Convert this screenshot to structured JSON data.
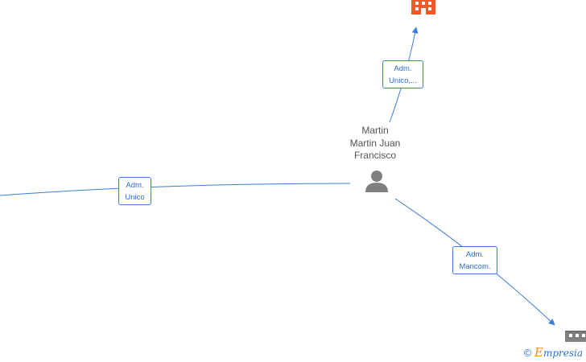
{
  "colors": {
    "edge": "#3b7dd8",
    "label_text": "#2a6fd0",
    "company_active": "#f05a28",
    "company_inactive": "#808080",
    "person": "#808080",
    "text": "#555555"
  },
  "person": {
    "name_lines": [
      "Martin",
      "Martin Juan",
      "Francisco"
    ],
    "icon": "person-icon"
  },
  "companies": [
    {
      "id": "company-top",
      "icon": "building-icon",
      "status": "active"
    },
    {
      "id": "company-bottom-right",
      "icon": "building-icon",
      "status": "inactive"
    }
  ],
  "edges": [
    {
      "id": "edge-top",
      "label_lines": [
        "Adm.",
        "Unico,..."
      ]
    },
    {
      "id": "edge-left",
      "label_lines": [
        "Adm.",
        "Unico"
      ]
    },
    {
      "id": "edge-bottom",
      "label_lines": [
        "Adm.",
        "Mancom."
      ]
    }
  ],
  "footer": {
    "copyright_symbol": "©",
    "brand_first": "E",
    "brand_rest": "mpresia"
  }
}
